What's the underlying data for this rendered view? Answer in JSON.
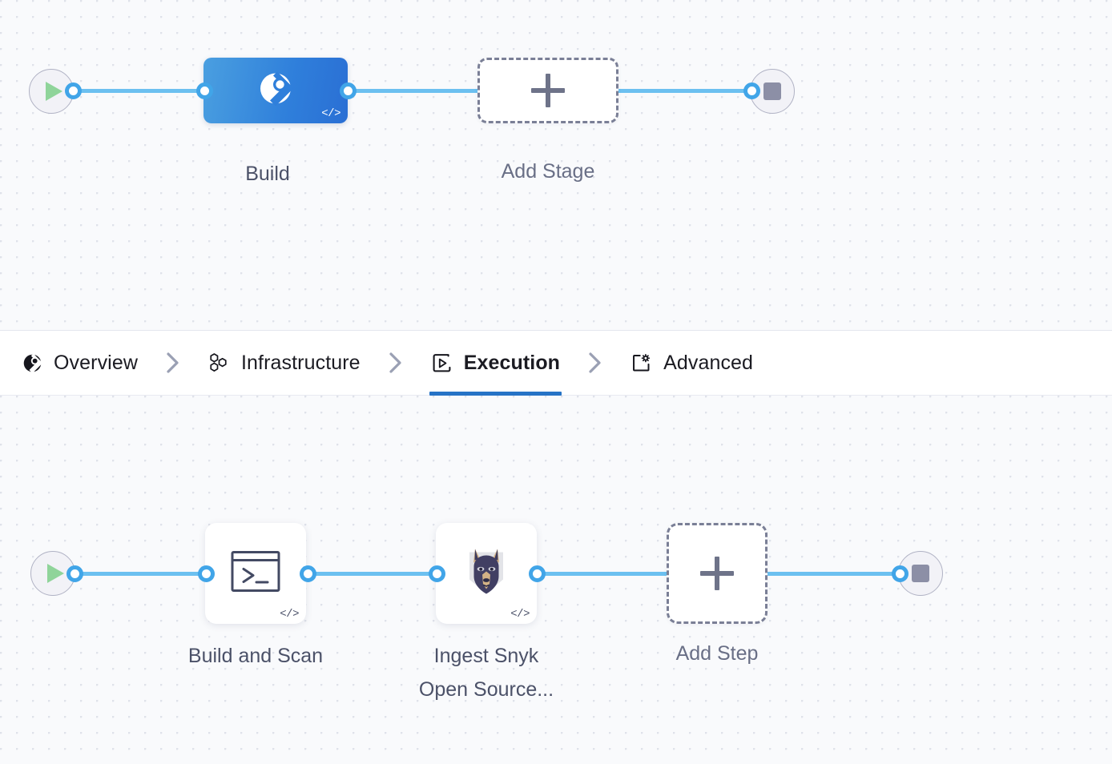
{
  "theme": {
    "canvas_bg": "#f9fafc",
    "grid_dot": "#dfe2ea",
    "edge_blue": "#6cc0f0",
    "port_blue": "#41a5e8",
    "stage_blue": "#2f7fdb",
    "active_tab_underline": "#2673c6",
    "label_text": "#4b5168",
    "terminal_fill": "#f2f2f7",
    "play_green": "#8fd49a",
    "stop_gray": "#8c8fa6",
    "dashed_border": "#7a7f96"
  },
  "stage_graph": {
    "start_node": {
      "name": "pipeline-start",
      "icon": "play-icon"
    },
    "end_node": {
      "name": "pipeline-end",
      "icon": "stop-icon"
    },
    "nodes": [
      {
        "id": "build-stage",
        "label": "Build",
        "icon": "build-ci-icon",
        "selected": true,
        "badge": "</>"
      },
      {
        "id": "add-stage",
        "label": "Add Stage",
        "icon": "plus-icon",
        "dashed": true
      }
    ]
  },
  "tabs": {
    "items": [
      {
        "id": "overview",
        "label": "Overview",
        "icon": "build-overview-icon",
        "active": false
      },
      {
        "id": "infrastructure",
        "label": "Infrastructure",
        "icon": "hexagons-icon",
        "active": false
      },
      {
        "id": "execution",
        "label": "Execution",
        "icon": "play-box-icon",
        "active": true
      },
      {
        "id": "advanced",
        "label": "Advanced",
        "icon": "settings-box-icon",
        "active": false
      }
    ],
    "separator_icon": "chevron-right-icon"
  },
  "step_graph": {
    "start_node": {
      "name": "execution-start",
      "icon": "play-icon"
    },
    "end_node": {
      "name": "execution-end",
      "icon": "stop-icon"
    },
    "steps": [
      {
        "id": "build-and-scan",
        "label": "Build and Scan",
        "icon": "terminal-icon",
        "badge": "</>"
      },
      {
        "id": "ingest-snyk",
        "label_line1": "Ingest Snyk",
        "label_line2": "Open Source...",
        "icon": "snyk-doberman-icon",
        "badge": "</>"
      },
      {
        "id": "add-step",
        "label": "Add Step",
        "icon": "plus-icon",
        "dashed": true
      }
    ]
  }
}
